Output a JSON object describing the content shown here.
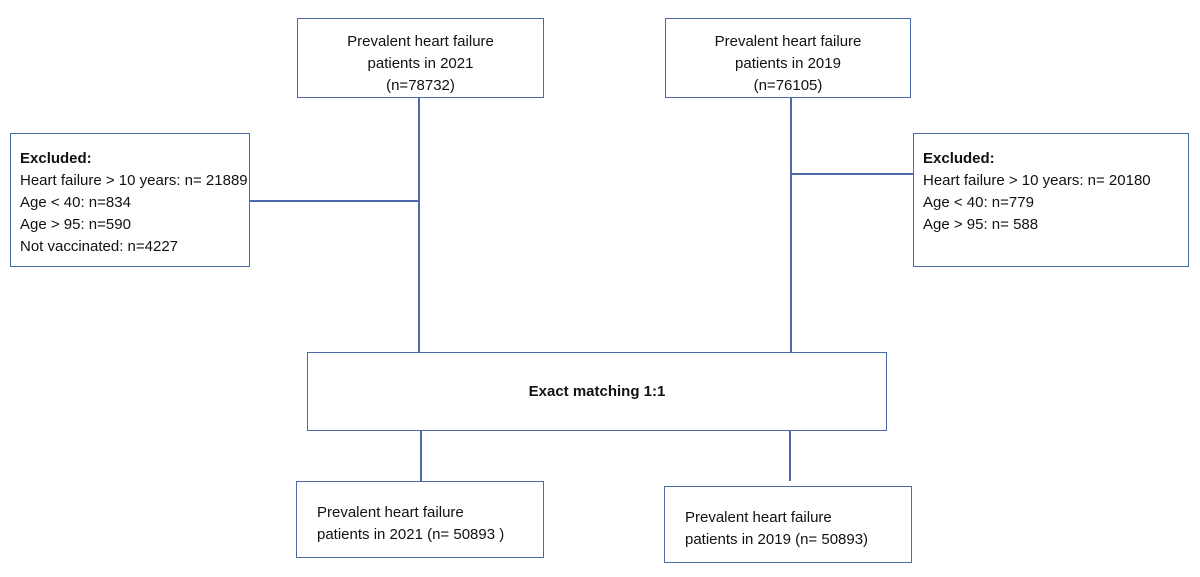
{
  "top_left": {
    "line1": "Prevalent heart failure",
    "line2": "patients  in 2021",
    "line3": "(n=78732)"
  },
  "top_right": {
    "line1": "Prevalent heart failure",
    "line2": "patients  in 2019",
    "line3": "(n=76105)"
  },
  "excluded_left": {
    "title": "Excluded:",
    "items": [
      "Heart failure > 10 years: n= 21889",
      "Age < 40: n=834",
      "Age > 95: n=590",
      "Not vaccinated: n=4227"
    ]
  },
  "excluded_right": {
    "title": "Excluded:",
    "items": [
      "Heart failure > 10 years: n= 20180",
      "Age < 40: n=779",
      "Age > 95: n= 588"
    ]
  },
  "matching": {
    "label": "Exact matching 1:1"
  },
  "bottom_left": {
    "line1": "Prevalent heart failure",
    "line2": "patients  in 2021 (n= 50893 )"
  },
  "bottom_right": {
    "line1": "Prevalent heart failure",
    "line2": "patients  in 2019 (n= 50893)"
  }
}
